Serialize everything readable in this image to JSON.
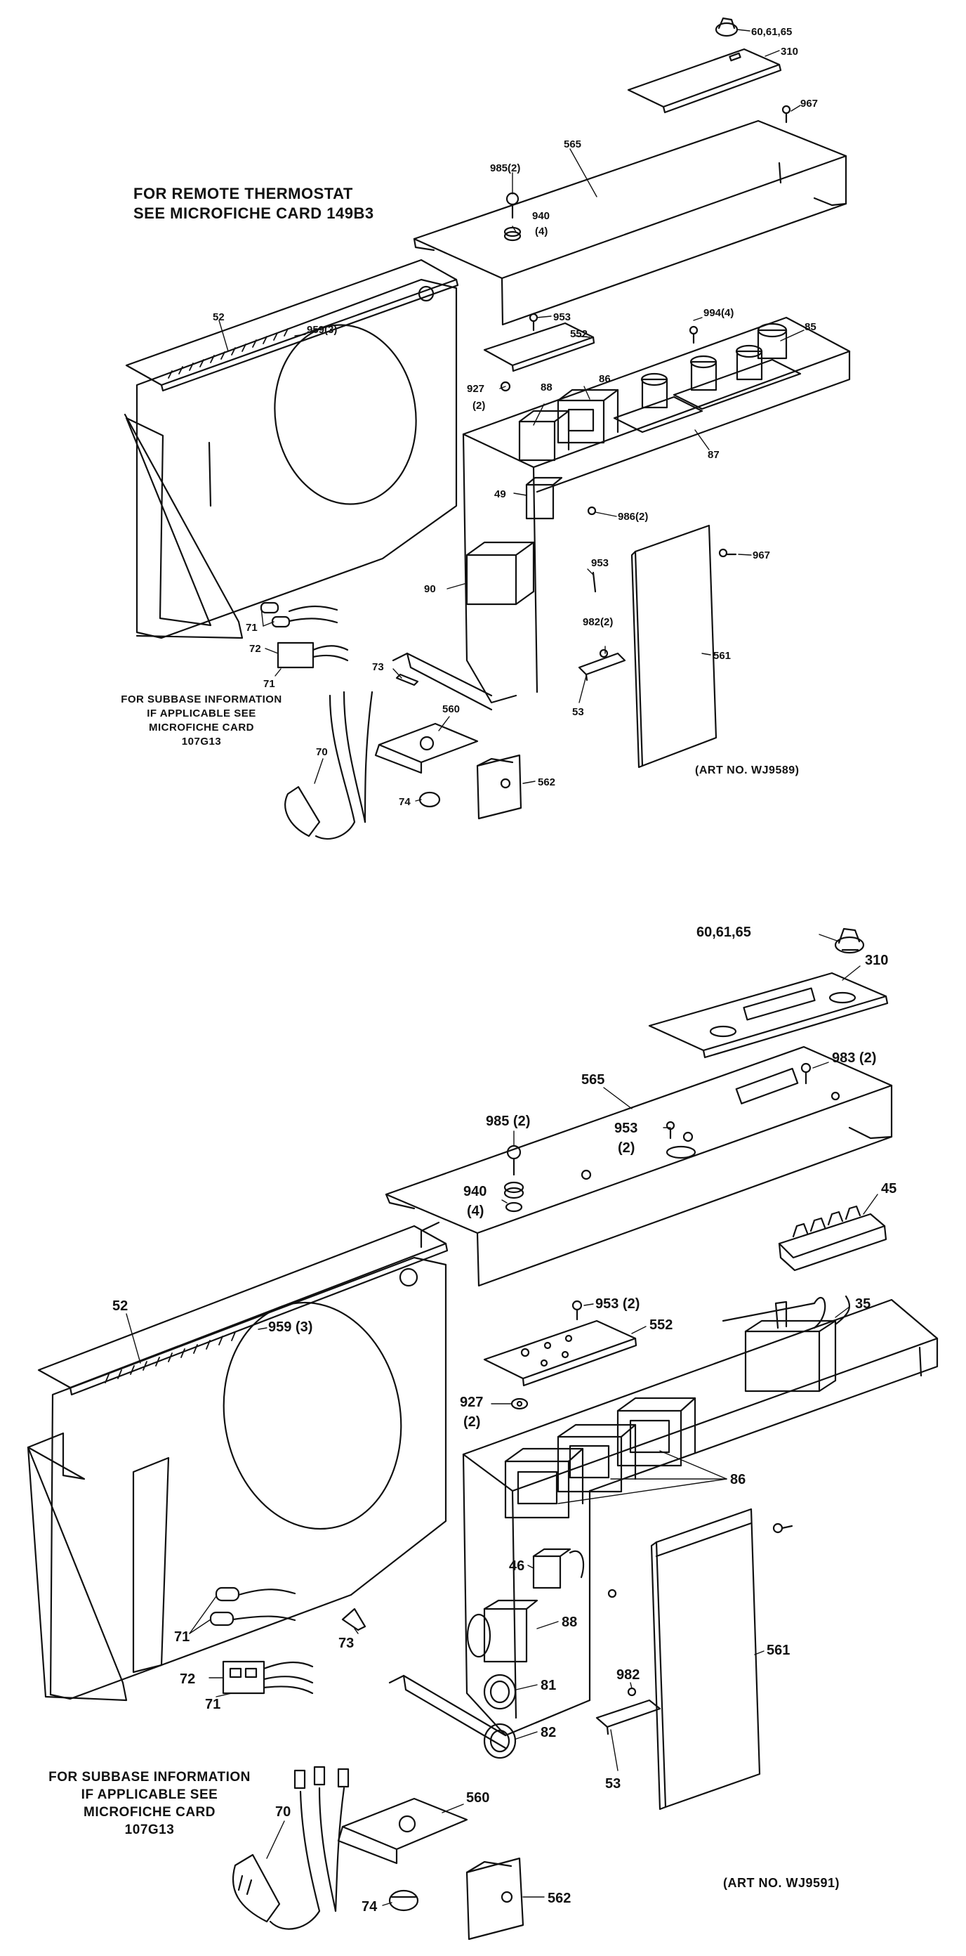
{
  "top": {
    "notes": {
      "remote_thermostat": [
        "FOR REMOTE THERMOSTAT",
        "SEE MICROFICHE CARD 149B3"
      ],
      "subbase": [
        "FOR SUBBASE INFORMATION",
        "IF APPLICABLE SEE",
        "MICROFICHE CARD",
        "107G13"
      ],
      "art_no": "(ART NO. WJ9589)"
    },
    "callouts": {
      "c60": "60,61,65",
      "c310": "310",
      "c967a": "967",
      "c565": "565",
      "c985": "985(2)",
      "c940": "940",
      "c940n": "(4)",
      "c52": "52",
      "c959": "959(3)",
      "c953a": "953",
      "c552": "552",
      "c994": "994(4)",
      "c85": "85",
      "c927": "927",
      "c927n": "(2)",
      "c88": "88",
      "c86": "86",
      "c87": "87",
      "c49": "49",
      "c986": "986(2)",
      "c967b": "967",
      "c953b": "953",
      "c90": "90",
      "c982": "982(2)",
      "c71a": "71",
      "c72": "72",
      "c71b": "71",
      "c73": "73",
      "c561": "561",
      "c53": "53",
      "c560": "560",
      "c70": "70",
      "c74": "74",
      "c562": "562"
    }
  },
  "bottom": {
    "notes": {
      "subbase": [
        "FOR SUBBASE INFORMATION",
        "IF APPLICABLE SEE",
        "MICROFICHE CARD",
        "107G13"
      ],
      "art_no": "(ART NO. WJ9591)"
    },
    "callouts": {
      "c60": "60,61,65",
      "c310": "310",
      "c983": "983 (2)",
      "c565": "565",
      "c985": "985 (2)",
      "c953a": "953",
      "c953an": "(2)",
      "c45": "45",
      "c940": "940",
      "c940n": "(4)",
      "c52": "52",
      "c959": "959 (3)",
      "c953b": "953 (2)",
      "c552": "552",
      "c35": "35",
      "c927": "927",
      "c927n": "(2)",
      "c86": "86",
      "c46": "46",
      "c88": "88",
      "c561": "561",
      "c81": "81",
      "c982": "982",
      "c71a": "71",
      "c82": "82",
      "c72": "72",
      "c73": "73",
      "c53": "53",
      "c71b": "71",
      "c70": "70",
      "c560": "560",
      "c74": "74",
      "c562": "562"
    }
  },
  "colors": {
    "ink": "#111111",
    "paper": "#ffffff"
  }
}
